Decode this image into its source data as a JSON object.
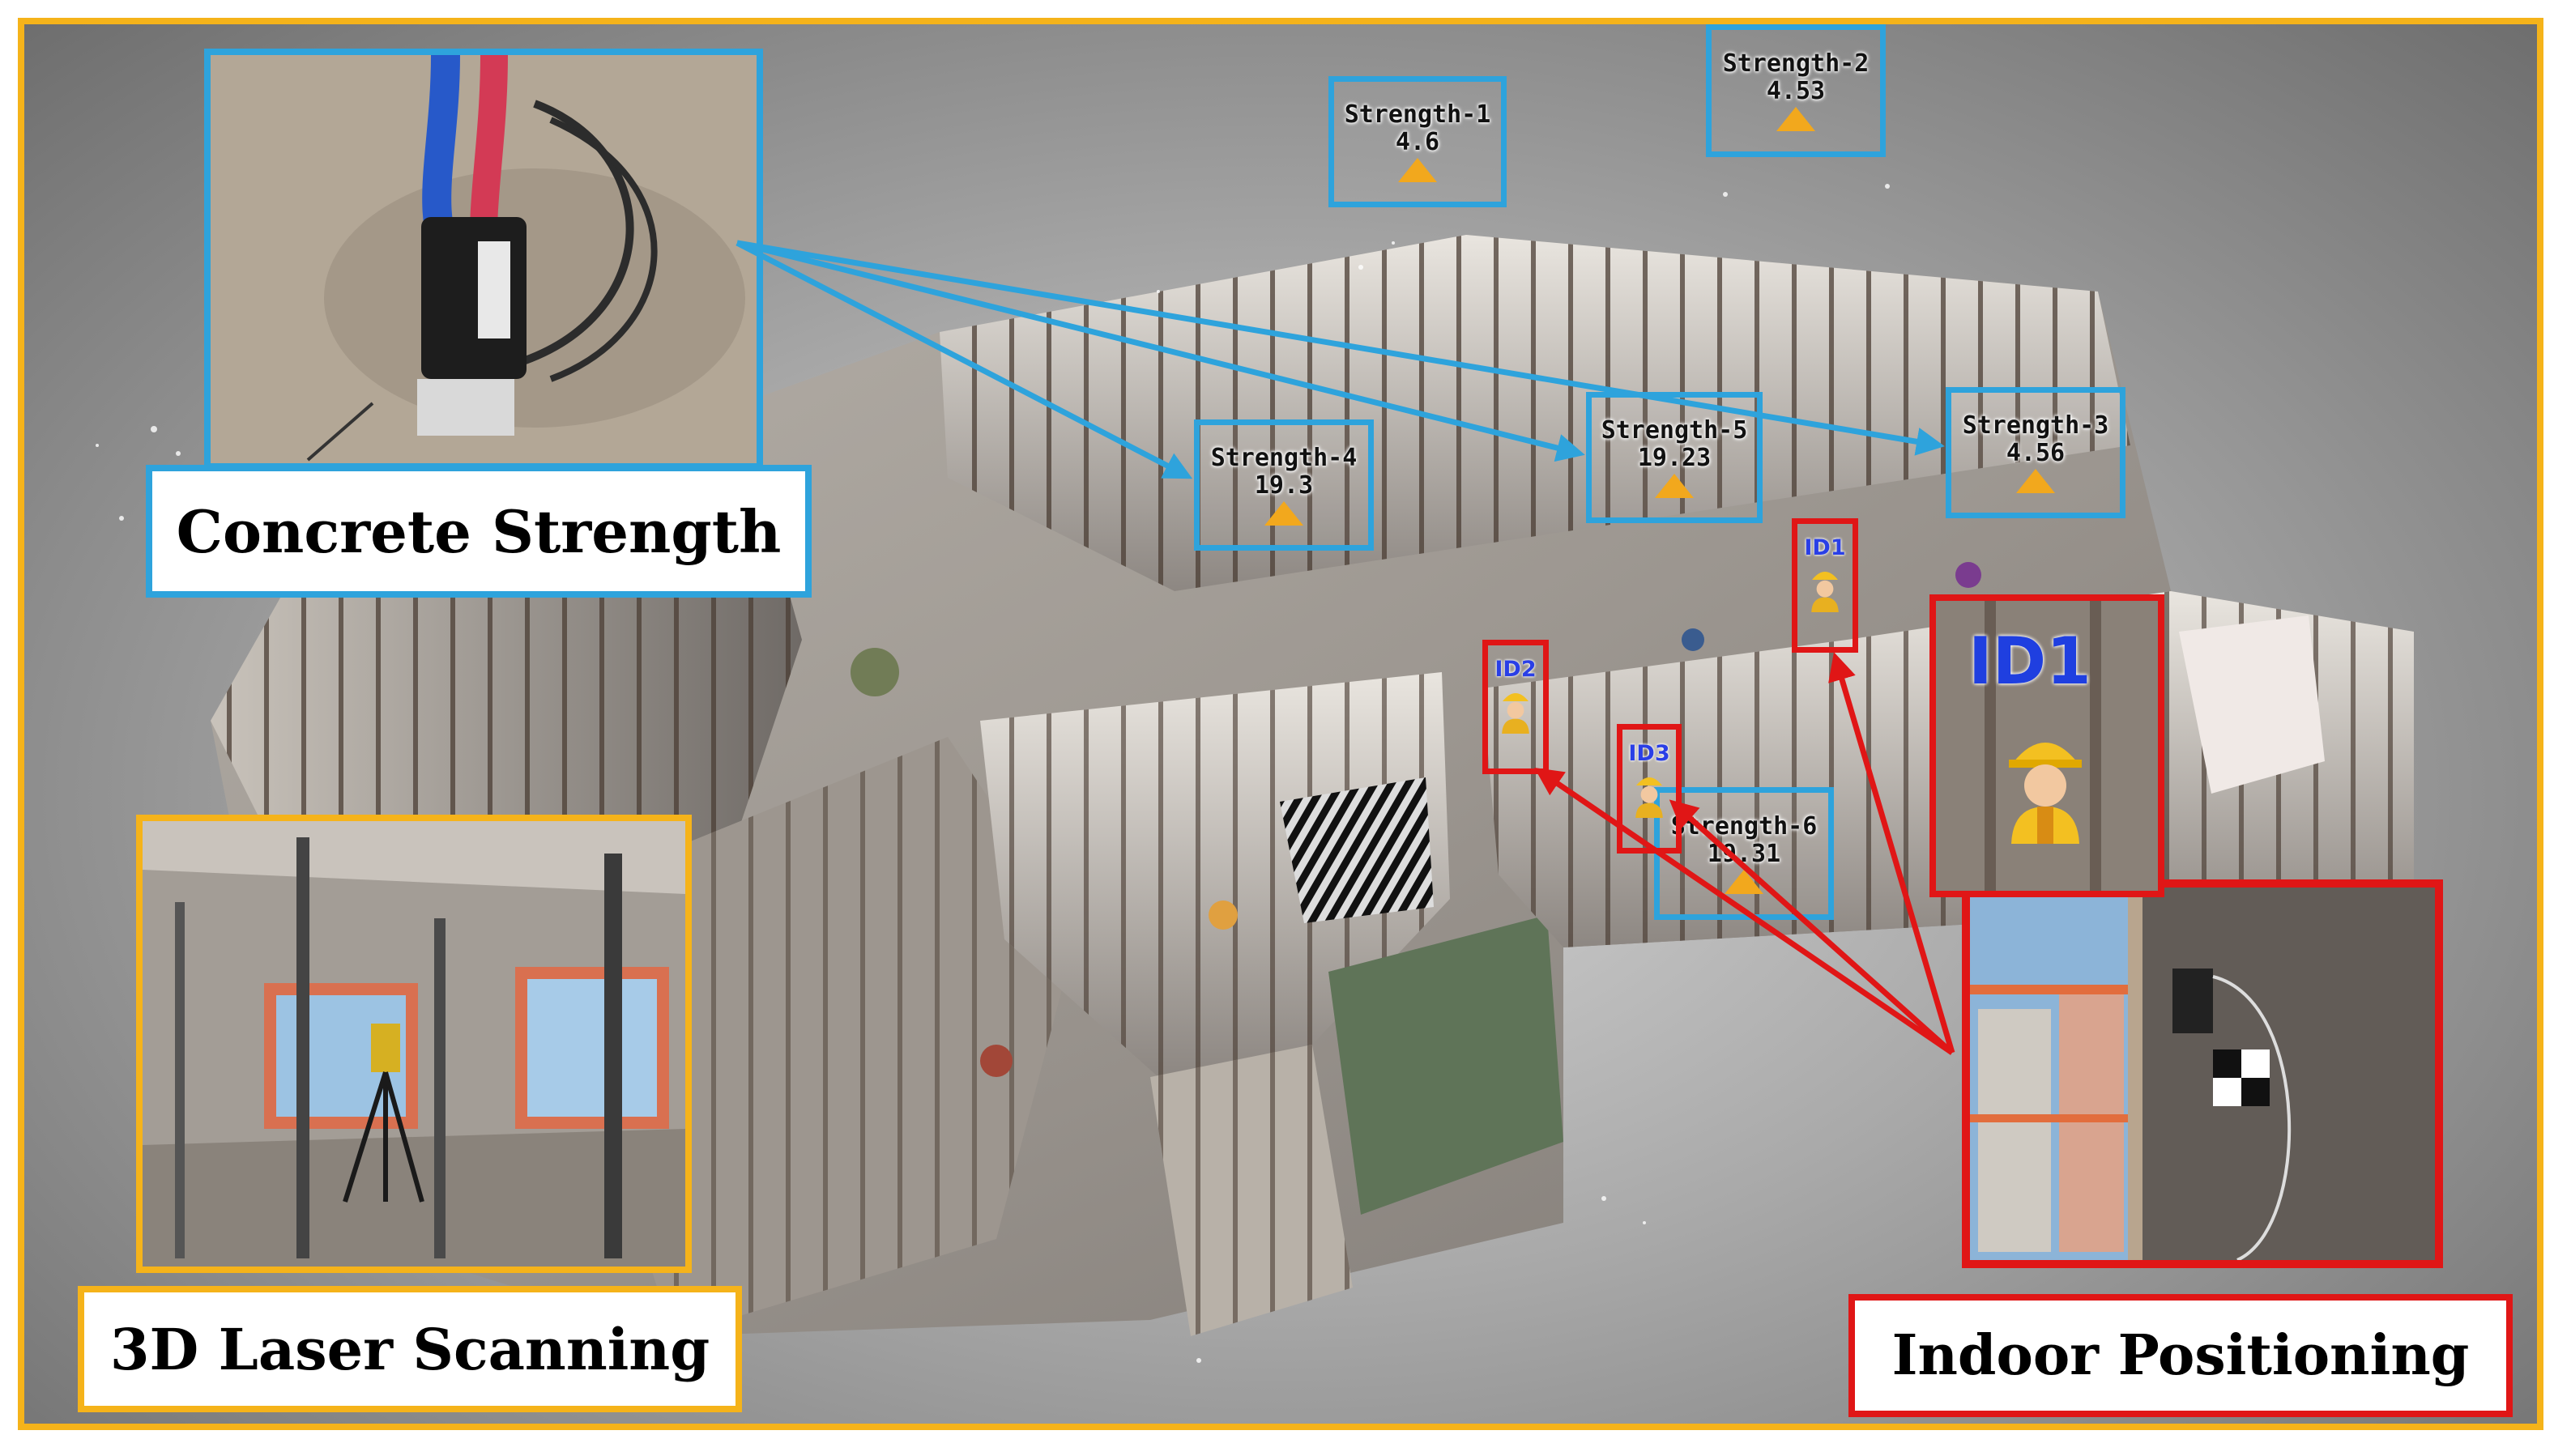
{
  "captions": {
    "concrete_strength": "Concrete Strength",
    "laser_scanning": "3D Laser Scanning",
    "indoor_positioning": "Indoor Positioning"
  },
  "strength_markers": [
    {
      "label": "Strength-1",
      "value": "4.6"
    },
    {
      "label": "Strength-2",
      "value": "4.53"
    },
    {
      "label": "Strength-3",
      "value": "4.56"
    },
    {
      "label": "Strength-4",
      "value": "19.3"
    },
    {
      "label": "Strength-5",
      "value": "19.23"
    },
    {
      "label": "Strength-6",
      "value": "19.31"
    }
  ],
  "worker_ids": [
    {
      "label": "ID1"
    },
    {
      "label": "ID2"
    },
    {
      "label": "ID3"
    }
  ],
  "zoom": {
    "label": "ID1"
  },
  "colors": {
    "frame": "#f5b31a",
    "strength_box": "#2ea3dc",
    "positioning_box": "#e01616",
    "marker_triangle": "#f2a81d",
    "id_text": "#2a3fe6"
  },
  "icons": [
    "construction-worker-icon",
    "laser-scanner-icon",
    "strength-sensor-icon",
    "positioning-beacon-icon"
  ]
}
